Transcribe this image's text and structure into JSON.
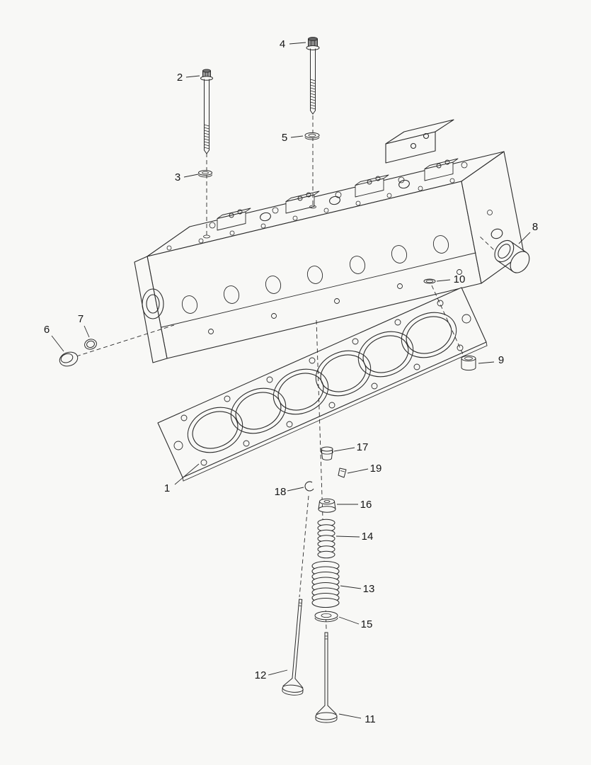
{
  "diagram": {
    "background_color": "#f8f8f6",
    "line_color": "#2b2b2b",
    "text_color": "#161616",
    "callouts": [
      {
        "label": "1"
      },
      {
        "label": "2"
      },
      {
        "label": "3"
      },
      {
        "label": "4"
      },
      {
        "label": "5"
      },
      {
        "label": "6"
      },
      {
        "label": "7"
      },
      {
        "label": "8"
      },
      {
        "label": "9"
      },
      {
        "label": "10"
      },
      {
        "label": "11"
      },
      {
        "label": "12"
      },
      {
        "label": "13"
      },
      {
        "label": "14"
      },
      {
        "label": "15"
      },
      {
        "label": "16"
      },
      {
        "label": "17"
      },
      {
        "label": "18"
      },
      {
        "label": "19"
      }
    ]
  }
}
